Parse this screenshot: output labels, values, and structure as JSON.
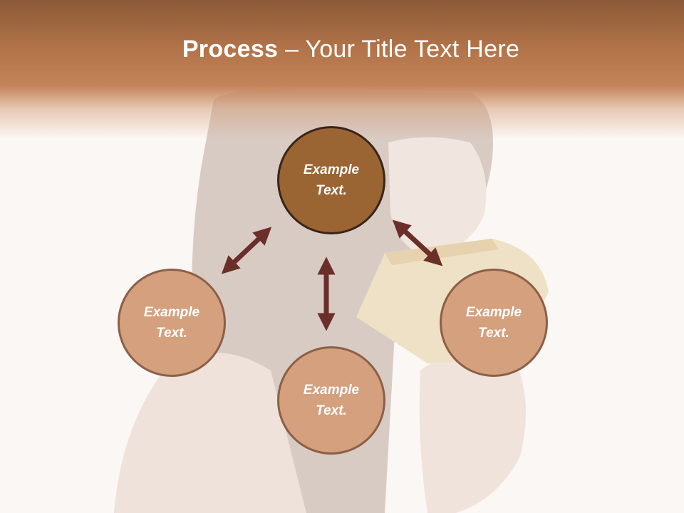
{
  "title": {
    "bold": "Process",
    "rest": " – Your Title Text Here"
  },
  "nodes": {
    "top": {
      "line1": "Example",
      "line2": "Text."
    },
    "left": {
      "line1": "Example",
      "line2": "Text."
    },
    "right": {
      "line1": "Example",
      "line2": "Text."
    },
    "bottom": {
      "line1": "Example",
      "line2": "Text."
    }
  },
  "colors": {
    "header": "#b27349",
    "primary_node": "#9a6433",
    "secondary_node": "#d4a07d",
    "arrow": "#6b2f2a"
  },
  "background_image": "woman-eating-bread-photo"
}
